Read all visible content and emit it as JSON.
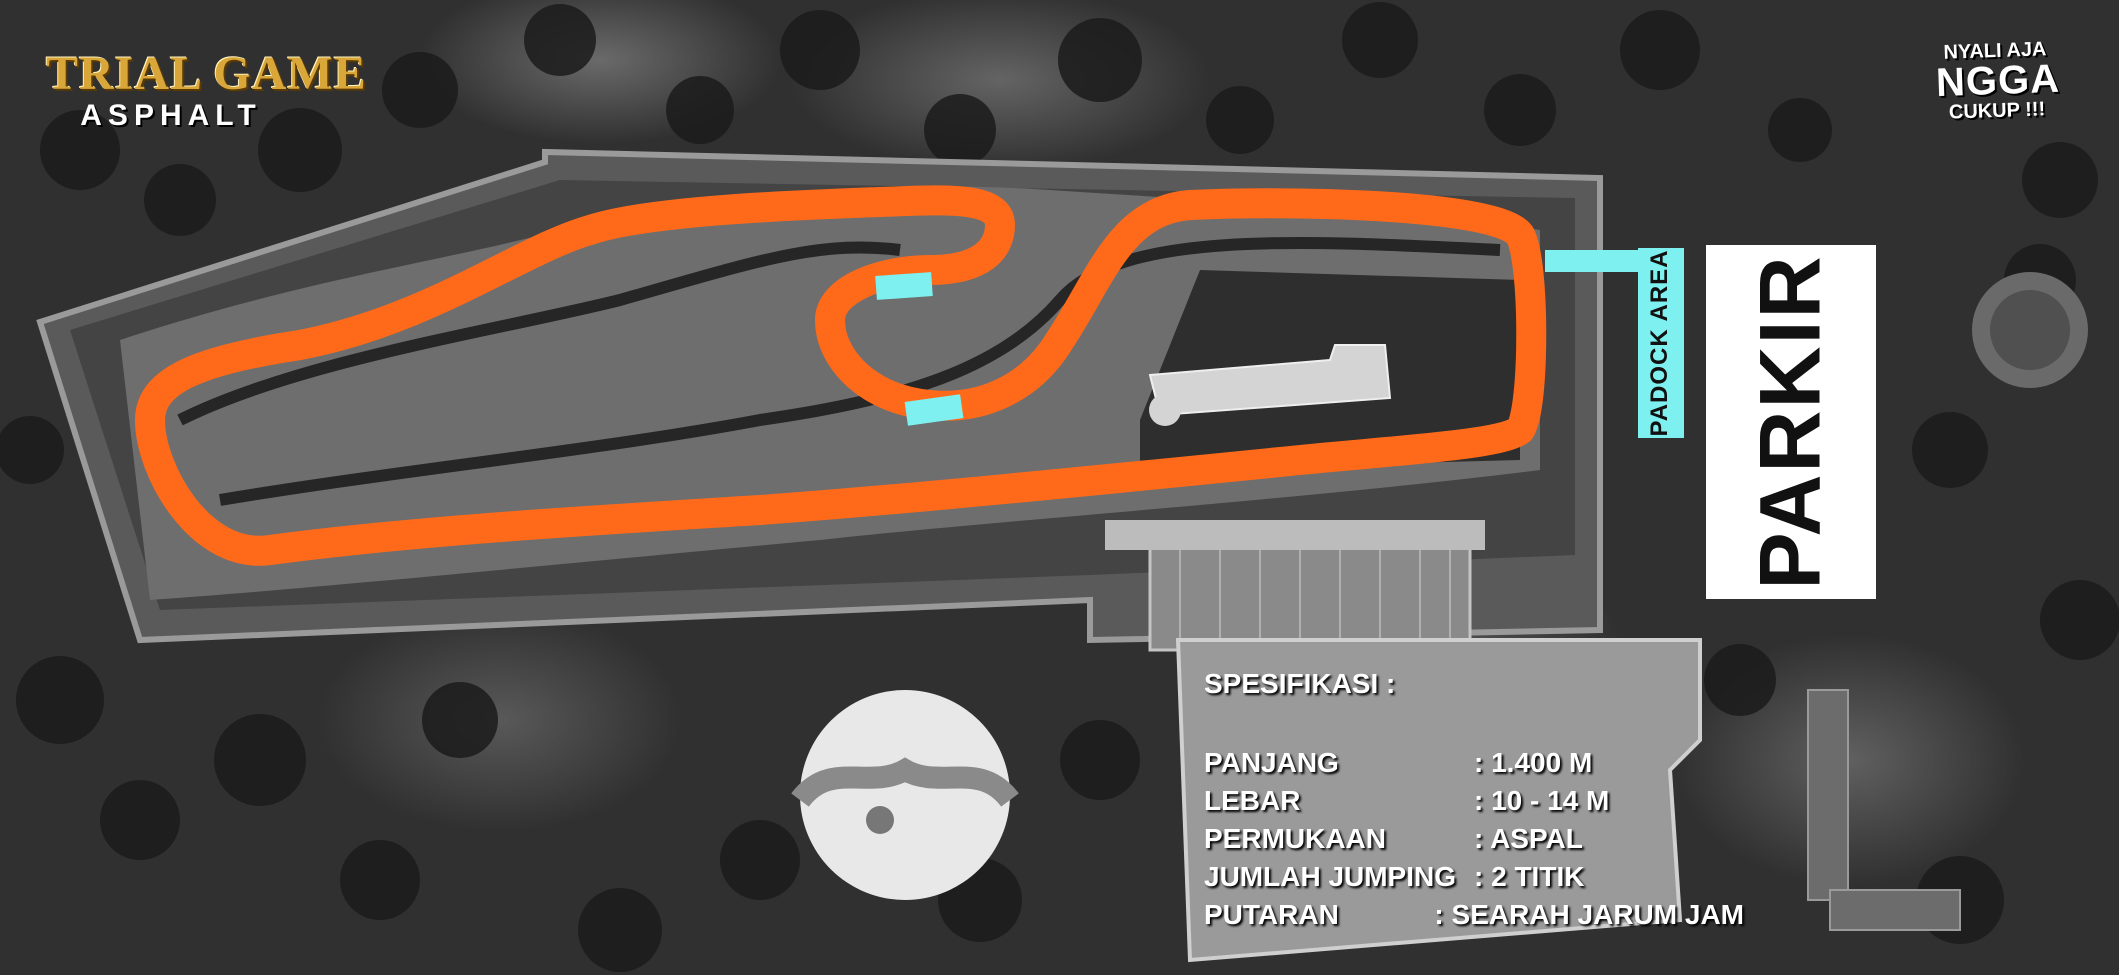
{
  "brand": {
    "logo_title": "TRIAL GAME",
    "logo_subtitle": "ASPHALT",
    "slogan_line1": "NYALI AJA",
    "slogan_line2": "NGGA",
    "slogan_line3": "CUKUP !!!"
  },
  "map_labels": {
    "parkir": "PARKIR",
    "padock_area": "PADOCK AREA"
  },
  "specifications": {
    "title": "SPESIFIKASI :",
    "rows": [
      {
        "label": "PANJANG",
        "value": ": 1.400 M"
      },
      {
        "label": "LEBAR",
        "value": ": 10 - 14 M"
      },
      {
        "label": "PERMUKAAN",
        "value": ": ASPAL"
      },
      {
        "label": "JUMLAH JUMPING",
        "value": ": 2 TITIK"
      },
      {
        "label": "PUTARAN",
        "value": ": SEARAH JARUM JAM"
      }
    ]
  },
  "colors": {
    "track": "#ff6a1a",
    "jump_and_padock": "#7ff0f0",
    "parkir_box": "#ffffff"
  }
}
